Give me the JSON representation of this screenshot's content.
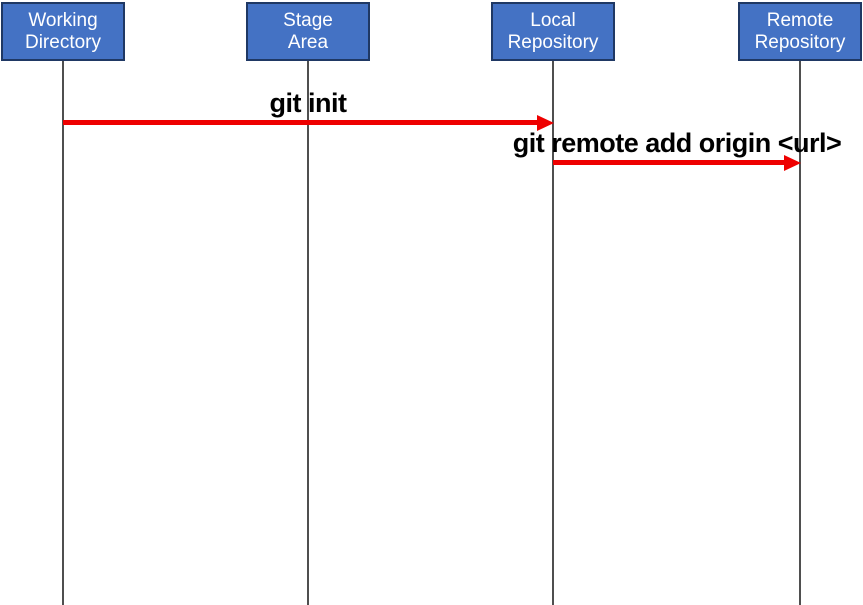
{
  "diagram": {
    "type": "sequence",
    "actors": [
      {
        "line1": "Working",
        "line2": "Directory"
      },
      {
        "line1": "Stage",
        "line2": "Area"
      },
      {
        "line1": "Local",
        "line2": "Repository"
      },
      {
        "line1": "Remote",
        "line2": "Repository"
      }
    ],
    "messages": [
      {
        "label": "git init",
        "from": "Working Directory",
        "to": "Local Repository"
      },
      {
        "label": "git remote add origin <url>",
        "from": "Local Repository",
        "to": "Remote Repository"
      }
    ],
    "colors": {
      "actor_fill": "#4472C4",
      "actor_border": "#1F3864",
      "actor_text": "#FFFFFF",
      "lifeline": "#4F4F4F",
      "arrow": "#EE0000",
      "message_text": "#000000"
    }
  }
}
